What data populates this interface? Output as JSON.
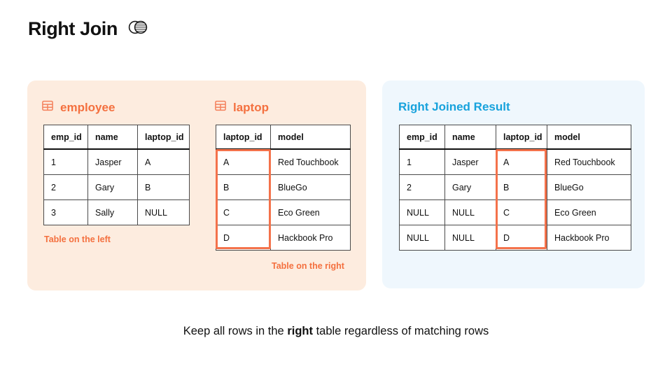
{
  "page": {
    "title": "Right Join",
    "title_icon": "venn-right-join-icon",
    "footer_prefix": "Keep all rows in the ",
    "footer_bold": "right",
    "footer_suffix": " table regardless of matching rows"
  },
  "colors": {
    "accent_orange": "#F4703F",
    "highlight_border": "#F4724B",
    "highlight_fill": "#FDF2E9",
    "accent_blue": "#17A2DC",
    "panel_left_bg": "#FDECDF",
    "panel_right_bg": "#EFF7FD",
    "null_text": "#D9D9D9"
  },
  "employee": {
    "icon": "table-grid-icon",
    "name": "employee",
    "columns": [
      "emp_id",
      "name",
      "laptop_id"
    ],
    "rows": [
      [
        "1",
        "Jasper",
        "A"
      ],
      [
        "2",
        "Gary",
        "B"
      ],
      [
        "3",
        "Sally",
        "NULL"
      ]
    ],
    "caption": "Table on the left"
  },
  "laptop": {
    "icon": "table-grid-icon",
    "name": "laptop",
    "columns": [
      "laptop_id",
      "model"
    ],
    "rows": [
      [
        "A",
        "Red Touchbook"
      ],
      [
        "B",
        "BlueGo"
      ],
      [
        "C",
        "Eco Green"
      ],
      [
        "D",
        "Hackbook Pro"
      ]
    ],
    "caption": "Table on the right"
  },
  "result": {
    "name": "Right Joined Result",
    "columns": [
      "emp_id",
      "name",
      "laptop_id",
      "model"
    ],
    "rows": [
      [
        "1",
        "Jasper",
        "A",
        "Red Touchbook"
      ],
      [
        "2",
        "Gary",
        "B",
        "BlueGo"
      ],
      [
        "NULL",
        "NULL",
        "C",
        "Eco Green"
      ],
      [
        "NULL",
        "NULL",
        "D",
        "Hackbook Pro"
      ]
    ]
  }
}
